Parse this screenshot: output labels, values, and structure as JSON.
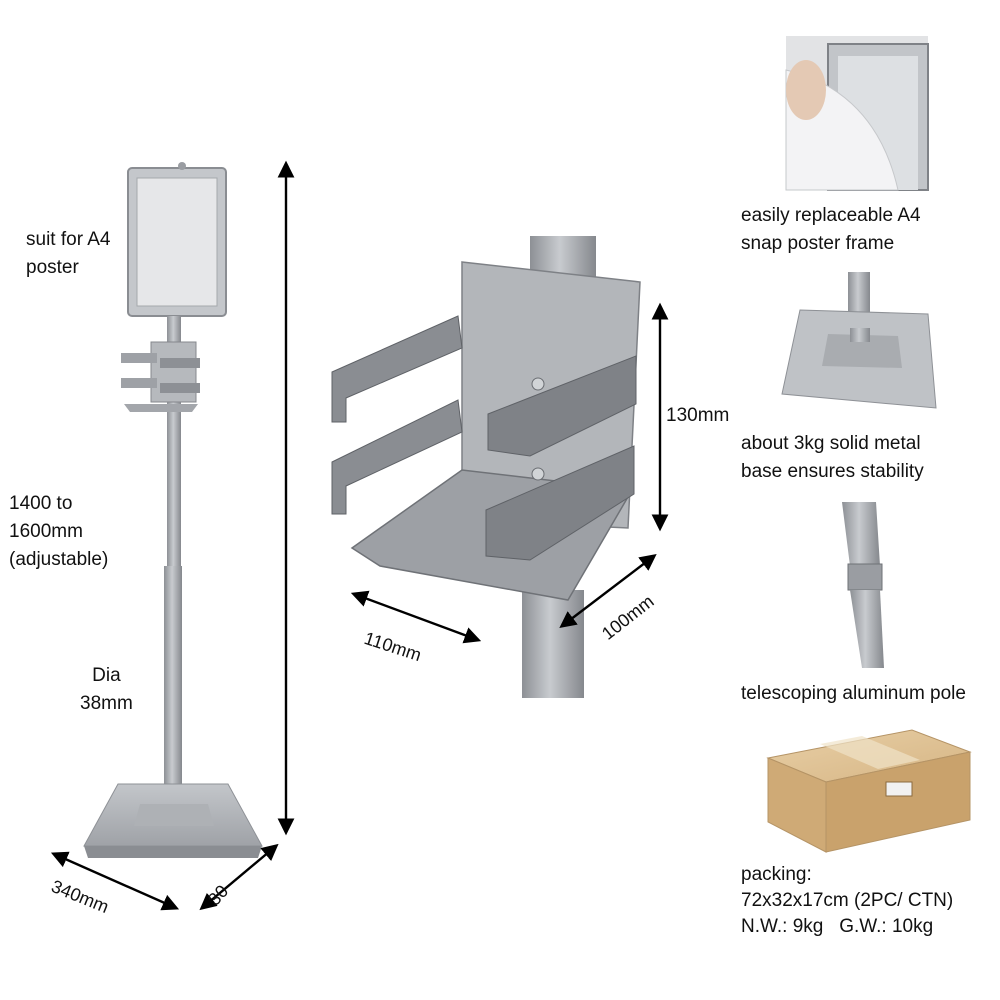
{
  "labels": {
    "a4_line1": "suit for A4",
    "a4_line2": "poster",
    "height_line1": "1400 to",
    "height_line2": "1600mm",
    "height_line3": "(adjustable)",
    "dia_line1": "Dia",
    "dia_line2": "38mm",
    "base_width": "340mm",
    "base_depth": "30",
    "holder_height": "130mm",
    "holder_width": "110mm",
    "holder_depth": "100mm",
    "frame_line1": "easily replaceable A4",
    "frame_line2": "snap poster frame",
    "base_feature_line1": "about 3kg solid metal",
    "base_feature_line2": "base ensures stability",
    "pole_feature": "telescoping aluminum pole",
    "packing_line1": "packing:",
    "packing_line2": "72x32x17cm (2PC/ CTN)",
    "packing_line3": "N.W.: 9kg   G.W.: 10kg"
  },
  "colors": {
    "metal": "#a9acb0",
    "metal_dark": "#7e8186",
    "metal_light": "#c9ccd0",
    "carton": "#d9b98a",
    "arrow": "#000000"
  }
}
